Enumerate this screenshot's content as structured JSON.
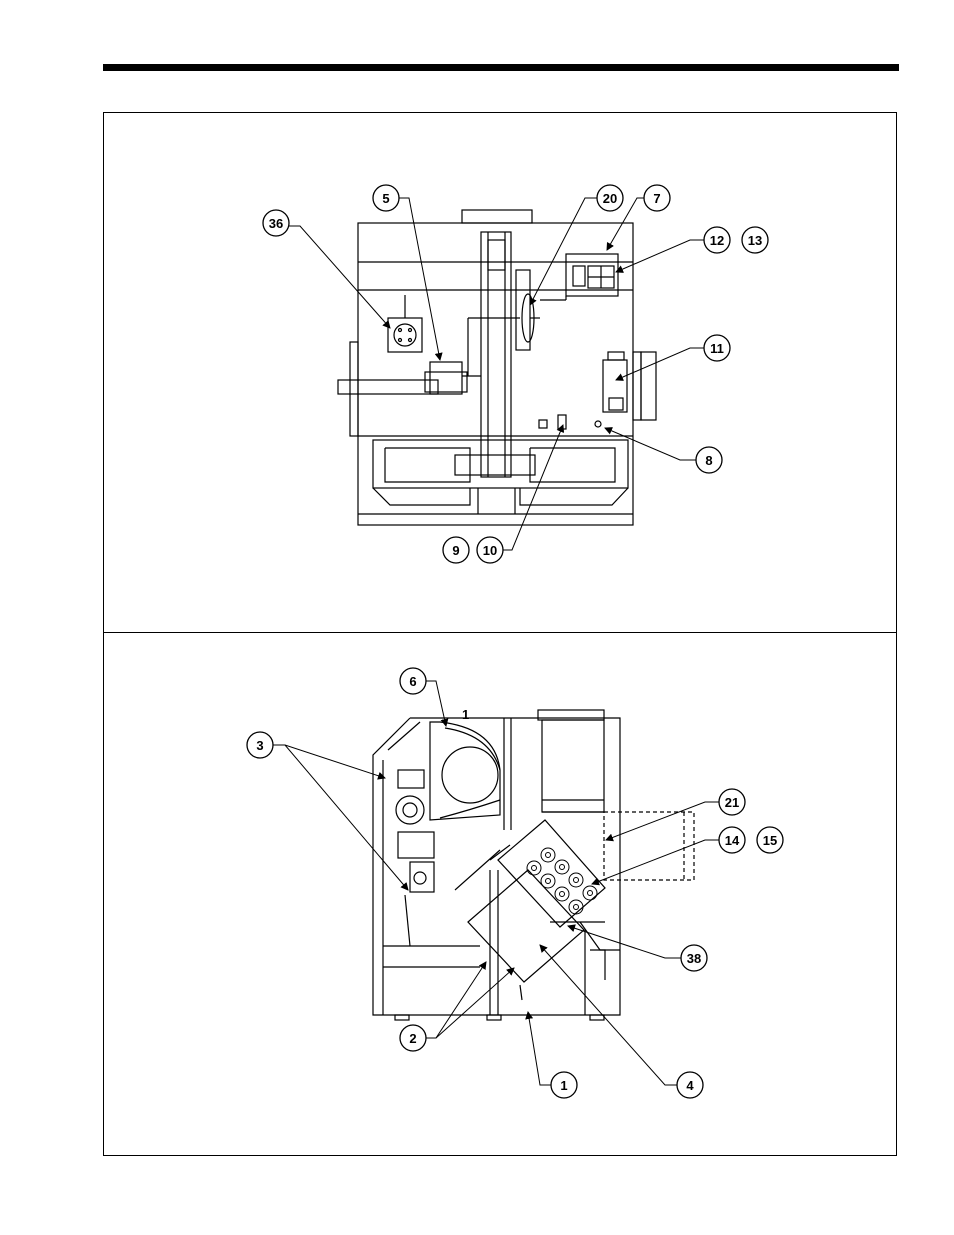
{
  "callouts": {
    "top": {
      "c36": "36",
      "c5": "5",
      "c20": "20",
      "c7": "7",
      "c12": "12",
      "c13": "13",
      "c11": "11",
      "c8": "8",
      "c9": "9",
      "c10": "10"
    },
    "bottom": {
      "c6": "6",
      "c3": "3",
      "c21": "21",
      "c14": "14",
      "c15": "15",
      "c38": "38",
      "c2": "2",
      "c1": "1",
      "c4": "4"
    }
  },
  "labels": {
    "small_mark": "1"
  },
  "colors": {
    "ink": "#000000",
    "paper": "#ffffff"
  }
}
